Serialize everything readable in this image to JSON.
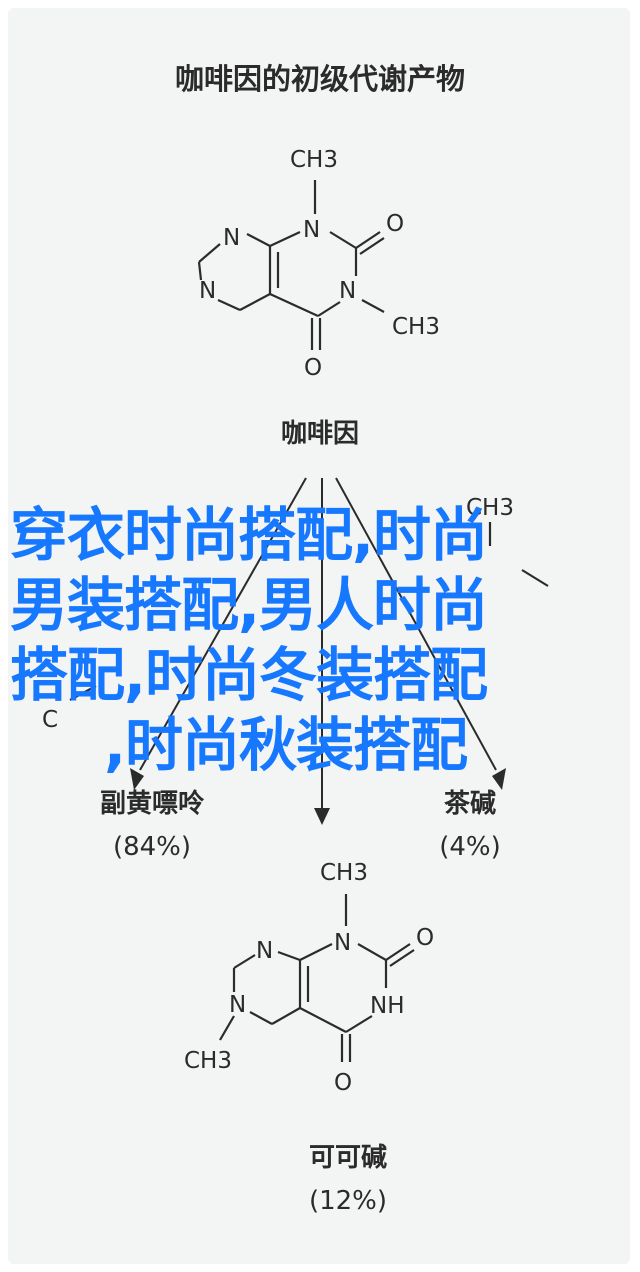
{
  "diagram": {
    "title": "咖啡因的初级代谢产物",
    "parent": {
      "name": "咖啡因",
      "atoms": {
        "ch3_top": "CH3",
        "ch3_right": "CH3",
        "n1": "N",
        "n2": "N",
        "n3": "N",
        "n4": "N",
        "o1": "O",
        "o2": "O"
      }
    },
    "products": [
      {
        "name": "副黄嘌呤",
        "percent": "(84%)"
      },
      {
        "name": "茶碱",
        "percent": "(4%)"
      },
      {
        "name": "可可碱",
        "percent": "(12%)",
        "atoms": {
          "ch3_top": "CH3",
          "ch3_bottom": "CH3",
          "n1": "N",
          "n2": "N",
          "n3": "N",
          "nh": "NH",
          "o1": "O",
          "o2": "O"
        }
      }
    ],
    "partial_atoms": {
      "ch3": "CH3",
      "c": "C"
    }
  },
  "overlay_text": {
    "line1": "穿衣时尚搭配,时尚",
    "line2": "男装搭配,男人时尚",
    "line3": "搭配,时尚冬装搭配",
    "line4": ",时尚秋装搭配"
  },
  "colors": {
    "overlay": "#1677ff",
    "background": "#f3f4f4",
    "ink": "#2b2b2b"
  }
}
